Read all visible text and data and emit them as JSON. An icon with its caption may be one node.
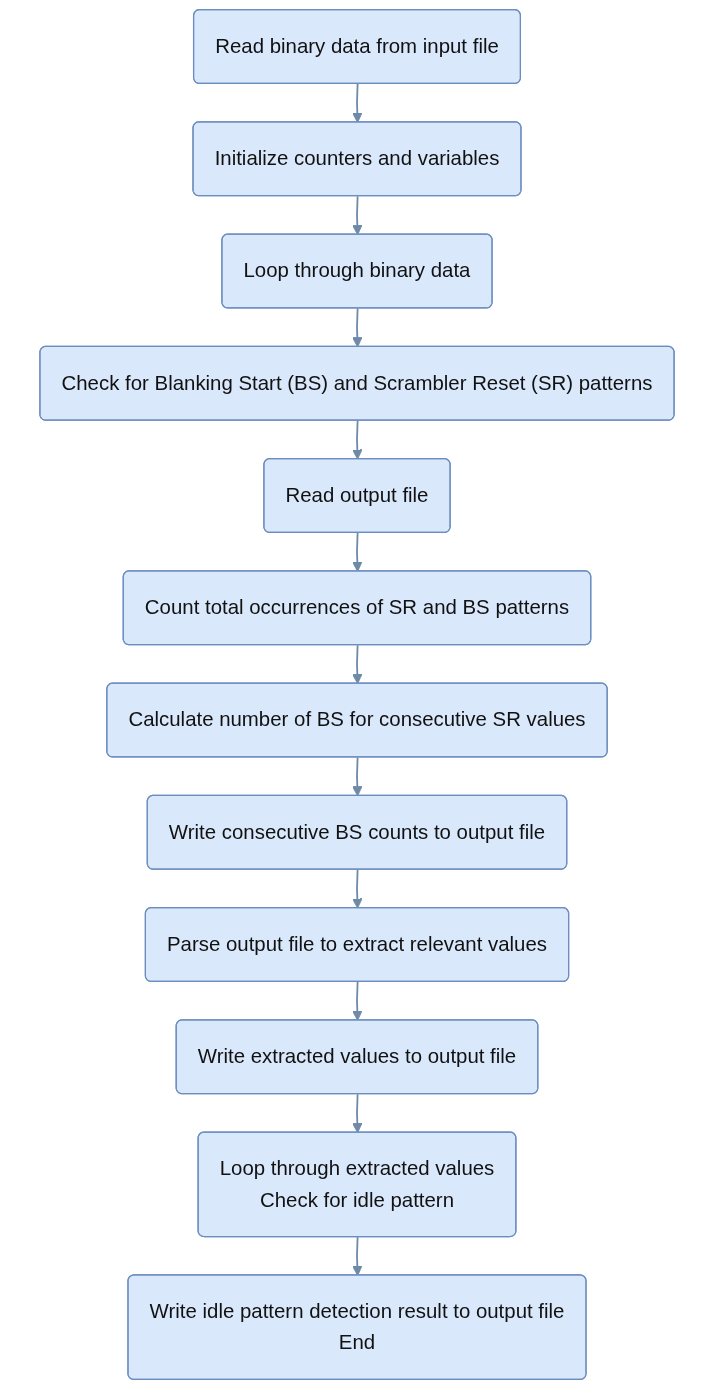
{
  "diagram": {
    "nodes": [
      {
        "text": [
          "Read binary data from input file"
        ]
      },
      {
        "text": [
          "Initialize counters and variables"
        ]
      },
      {
        "text": [
          "Loop through binary data"
        ]
      },
      {
        "text": [
          "Check for Blanking Start (BS) and Scrambler Reset (SR) patterns"
        ]
      },
      {
        "text": [
          "Read output file"
        ]
      },
      {
        "text": [
          "Count total occurrences of SR and BS patterns"
        ]
      },
      {
        "text": [
          "Calculate number of BS for consecutive SR values"
        ]
      },
      {
        "text": [
          "Write consecutive BS counts to output file"
        ]
      },
      {
        "text": [
          "Parse output file to extract relevant values"
        ]
      },
      {
        "text": [
          "Write extracted values to output file"
        ]
      },
      {
        "text": [
          "Loop through extracted values",
          "Check for idle pattern"
        ]
      },
      {
        "text": [
          "Write idle pattern detection result to output file",
          "End"
        ]
      }
    ],
    "edges": [
      {
        "from": 0,
        "to": 1,
        "arrow": "to"
      },
      {
        "from": 1,
        "to": 2,
        "arrow": "to"
      },
      {
        "from": 2,
        "to": 3,
        "arrow": "to"
      },
      {
        "from": 3,
        "to": 4,
        "arrow": "to"
      },
      {
        "from": 4,
        "to": 5,
        "arrow": "to"
      },
      {
        "from": 5,
        "to": 6,
        "arrow": "to"
      },
      {
        "from": 6,
        "to": 7,
        "arrow": "to"
      },
      {
        "from": 7,
        "to": 8,
        "arrow": "to"
      },
      {
        "from": 8,
        "to": 9,
        "arrow": "to"
      },
      {
        "from": 9,
        "to": 10,
        "arrow": "to"
      },
      {
        "from": 10,
        "to": 11,
        "arrow": "to"
      }
    ]
  }
}
